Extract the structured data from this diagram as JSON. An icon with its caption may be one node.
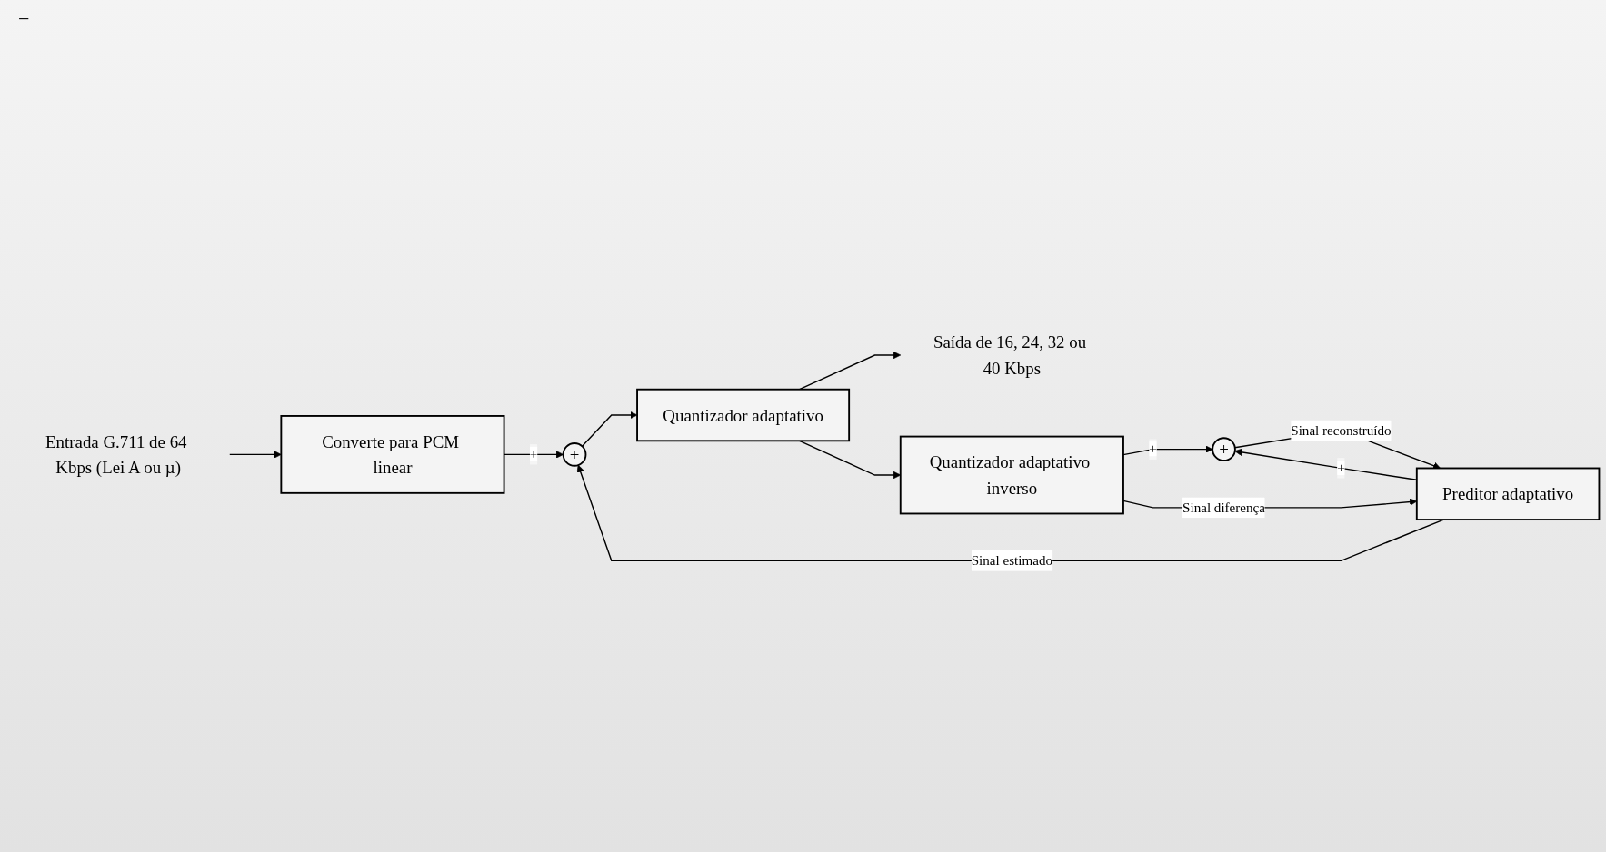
{
  "diagram": {
    "nodes": [
      {
        "text": [
          "Entrada G.711 de 64 Kbps (Lei A ou µ)"
        ]
      },
      {
        "text": [
          "Converte para PCM linear"
        ]
      },
      {
        "text": [
          "+"
        ]
      },
      {
        "text": [
          "Quantizador adaptativo"
        ]
      },
      {
        "text": [
          "Saída de 16, 24, 32 ou 40 Kbps"
        ]
      },
      {
        "text": [
          "Quantizador adaptativo inverso"
        ]
      },
      {
        "text": [
          "+"
        ]
      },
      {
        "text": [
          "Preditor adaptativo"
        ]
      }
    ],
    "edges": [
      {
        "from": 0,
        "to": 1,
        "arrow": "to"
      },
      {
        "from": 1,
        "to": 2,
        "arrow": "to",
        "label": "+"
      },
      {
        "from": 2,
        "to": 3,
        "arrow": "to"
      },
      {
        "from": 3,
        "to": 4,
        "arrow": "to"
      },
      {
        "from": 3,
        "to": 5,
        "arrow": "to"
      },
      {
        "from": 7,
        "to": 2,
        "arrow": "to",
        "label": "Sinal estimado"
      },
      {
        "from": 7,
        "to": 6,
        "arrow": "to",
        "label": "+"
      },
      {
        "from": 5,
        "to": 6,
        "arrow": "to",
        "label": "+"
      },
      {
        "from": 6,
        "to": 7,
        "arrow": "to",
        "label": "Sinal reconstruído"
      },
      {
        "from": 5,
        "to": 7,
        "arrow": "to",
        "label": "Sinal diferença"
      }
    ],
    "labels": [
      "−"
    ]
  }
}
